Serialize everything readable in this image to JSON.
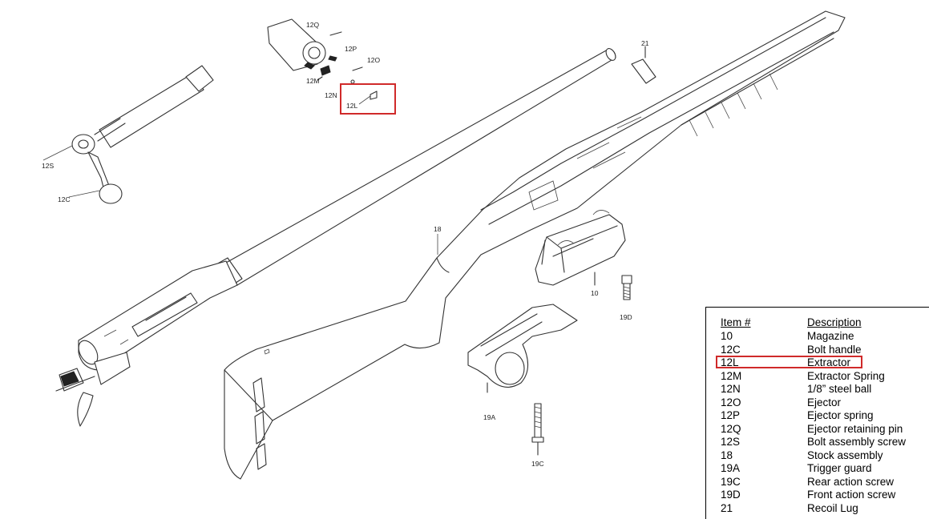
{
  "callouts": {
    "c12Q": "12Q",
    "c12P": "12P",
    "c12O": "12O",
    "c12M": "12M",
    "c12N": "12N",
    "c12L": "12L",
    "c12S": "12S",
    "c12C": "12C",
    "c21": "21",
    "c18": "18",
    "c10": "10",
    "c19D": "19D",
    "c19A": "19A",
    "c19C": "19C"
  },
  "legend": {
    "header": {
      "item": "Item #",
      "description": "Description"
    },
    "rows": [
      {
        "item": "10",
        "description": "Magazine"
      },
      {
        "item": "12C",
        "description": "Bolt handle"
      },
      {
        "item": "12L",
        "description": "Extractor"
      },
      {
        "item": "12M",
        "description": "Extractor Spring"
      },
      {
        "item": "12N",
        "description": "1/8” steel ball"
      },
      {
        "item": "12O",
        "description": "Ejector"
      },
      {
        "item": "12P",
        "description": "Ejector spring"
      },
      {
        "item": "12Q",
        "description": "Ejector retaining pin"
      },
      {
        "item": "12S",
        "description": "Bolt assembly screw"
      },
      {
        "item": "18",
        "description": "Stock assembly"
      },
      {
        "item": "19A",
        "description": "Trigger guard"
      },
      {
        "item": "19C",
        "description": "Rear action screw"
      },
      {
        "item": "19D",
        "description": "Front action screw"
      },
      {
        "item": "21",
        "description": "Recoil Lug"
      }
    ]
  },
  "highlight": {
    "item": "12L",
    "color": "#d02a2a"
  }
}
